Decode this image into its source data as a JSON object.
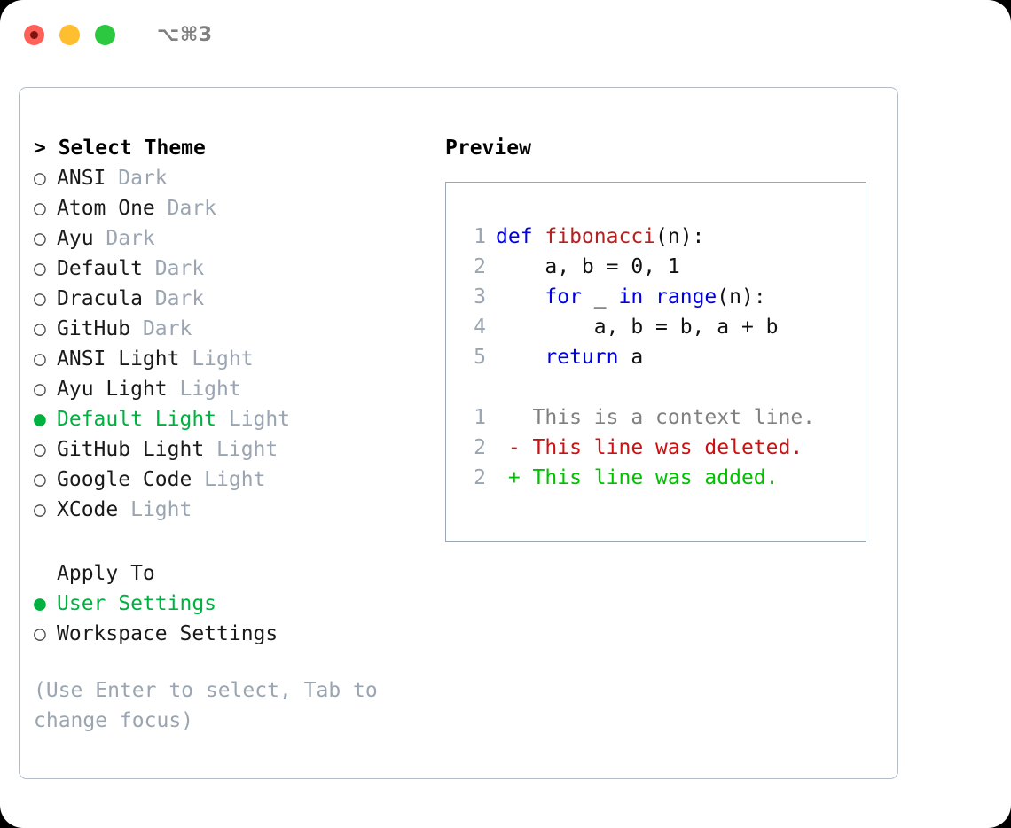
{
  "titlebar": {
    "shortcut": "⌥⌘3",
    "dots": [
      {
        "name": "close",
        "color": "#ff6159"
      },
      {
        "name": "minimize",
        "color": "#ffbe2f"
      },
      {
        "name": "maximize",
        "color": "#2bc840"
      }
    ]
  },
  "colors": {
    "selected_green": "#00b140",
    "muted_gray": "#9aa5b1",
    "keyword_blue": "#0000e0",
    "function_red": "#b22222",
    "diff_deleted": "#cc1111",
    "diff_added": "#00c000",
    "border": "#b3bcc6"
  },
  "theme_list": {
    "header": "Select Theme",
    "header_prefix": "> ",
    "items": [
      {
        "marker": "○",
        "name": "ANSI",
        "suffix": "Dark",
        "selected": false
      },
      {
        "marker": "○",
        "name": "Atom One",
        "suffix": "Dark",
        "selected": false
      },
      {
        "marker": "○",
        "name": "Ayu",
        "suffix": "Dark",
        "selected": false
      },
      {
        "marker": "○",
        "name": "Default",
        "suffix": "Dark",
        "selected": false
      },
      {
        "marker": "○",
        "name": "Dracula",
        "suffix": "Dark",
        "selected": false
      },
      {
        "marker": "○",
        "name": "GitHub",
        "suffix": "Dark",
        "selected": false
      },
      {
        "marker": "○",
        "name": "ANSI Light",
        "suffix": "Light",
        "selected": false
      },
      {
        "marker": "○",
        "name": "Ayu Light",
        "suffix": "Light",
        "selected": false
      },
      {
        "marker": "●",
        "name": "Default Light",
        "suffix": "Light",
        "selected": true
      },
      {
        "marker": "○",
        "name": "GitHub Light",
        "suffix": "Light",
        "selected": false
      },
      {
        "marker": "○",
        "name": "Google Code",
        "suffix": "Light",
        "selected": false
      },
      {
        "marker": "○",
        "name": "XCode",
        "suffix": "Light",
        "selected": false
      }
    ]
  },
  "apply_to": {
    "header": "Apply To",
    "items": [
      {
        "marker": "●",
        "name": "User Settings",
        "selected": true
      },
      {
        "marker": "○",
        "name": "Workspace Settings",
        "selected": false
      }
    ]
  },
  "hint": "(Use Enter to select, Tab to change focus)",
  "preview": {
    "title": "Preview",
    "code_lines": [
      {
        "num": "1",
        "tokens": [
          {
            "t": "def ",
            "c": "kw"
          },
          {
            "t": "fibonacci",
            "c": "fn"
          },
          {
            "t": "(n):",
            "c": "pl"
          }
        ]
      },
      {
        "num": "2",
        "tokens": [
          {
            "t": "    a, b = 0, 1",
            "c": "pl"
          }
        ]
      },
      {
        "num": "3",
        "tokens": [
          {
            "t": "    ",
            "c": "pl"
          },
          {
            "t": "for",
            "c": "kw"
          },
          {
            "t": " _ ",
            "c": "pl"
          },
          {
            "t": "in",
            "c": "kw"
          },
          {
            "t": " ",
            "c": "pl"
          },
          {
            "t": "range",
            "c": "kw"
          },
          {
            "t": "(n):",
            "c": "pl"
          }
        ]
      },
      {
        "num": "4",
        "tokens": [
          {
            "t": "        a, b = b, a + b",
            "c": "pl"
          }
        ]
      },
      {
        "num": "5",
        "tokens": [
          {
            "t": "    ",
            "c": "pl"
          },
          {
            "t": "return",
            "c": "kw"
          },
          {
            "t": " a",
            "c": "pl"
          }
        ]
      }
    ],
    "diff_lines": [
      {
        "num": "1",
        "tokens": [
          {
            "t": "   This is a context line.",
            "c": "ctx"
          }
        ]
      },
      {
        "num": "2",
        "tokens": [
          {
            "t": " - This line was deleted.",
            "c": "del"
          }
        ]
      },
      {
        "num": "2",
        "tokens": [
          {
            "t": " + This line was added.",
            "c": "add"
          }
        ]
      }
    ]
  }
}
